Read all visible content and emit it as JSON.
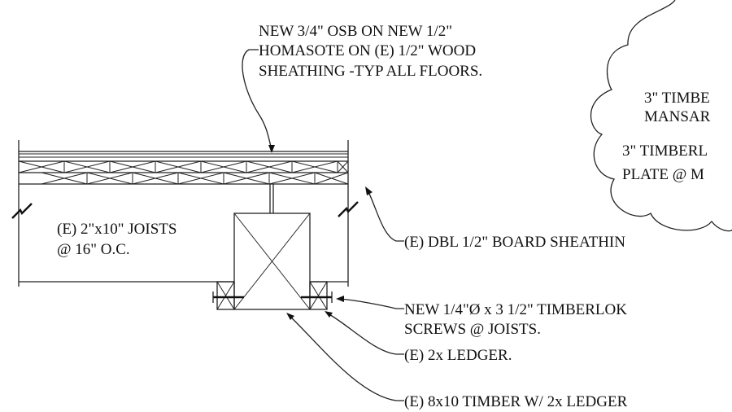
{
  "notes": {
    "sheathing": [
      "NEW 3/4\" OSB ON NEW 1/2\"",
      "HOMASOTE ON (E) 1/2\" WOOD",
      "SHEATHING -TYP ALL FLOORS."
    ],
    "joists": [
      "(E) 2\"x10\" JOISTS",
      "@ 16\" O.C."
    ],
    "board_sheathing": "(E) DBL 1/2\" BOARD SHEATHIN",
    "screws": [
      "NEW 1/4\"Ø x 3 1/2\" TIMBERLOK",
      "SCREWS @ JOISTS."
    ],
    "ledger": "(E) 2x LEDGER.",
    "timber": "(E) 8x10 TIMBER W/ 2x LEDGER"
  },
  "cloud_notes": {
    "line1": "3\" TIMBE",
    "line2": "MANSAR",
    "line3": "3\" TIMBERL",
    "line4": "PLATE @ M"
  }
}
